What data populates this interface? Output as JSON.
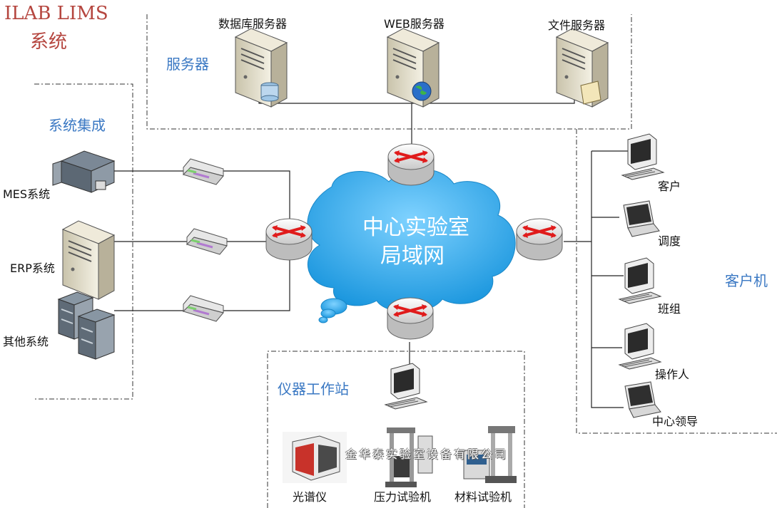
{
  "title": {
    "line1": "ILAB LIMS",
    "line2": "系统"
  },
  "sections": {
    "servers": "服务器",
    "integration": "系统集成",
    "clients": "客户机",
    "instruments": "仪器工作站"
  },
  "servers": [
    "数据库服务器",
    "WEB服务器",
    "文件服务器"
  ],
  "integration_systems": [
    "MES系统",
    "ERP系统",
    "其他系统"
  ],
  "cloud": {
    "line1": "中心实验室",
    "line2": "局域网"
  },
  "clients": [
    "客户",
    "调度",
    "班组",
    "操作人",
    "中心领导"
  ],
  "instruments": [
    "光谱仪",
    "压力试验机",
    "材料试验机"
  ],
  "watermark": "金华泰实验室设备有限公司",
  "colors": {
    "title": "#b5463f",
    "section": "#3a78c3",
    "cloud": "#2aa6e6",
    "arrow": "#e01b1b"
  },
  "icons": {
    "server": "tower-server-icon",
    "router": "router-icon",
    "switch": "network-switch-icon",
    "desktop": "desktop-computer-icon",
    "laptop": "laptop-icon",
    "rack": "rack-server-icon"
  }
}
